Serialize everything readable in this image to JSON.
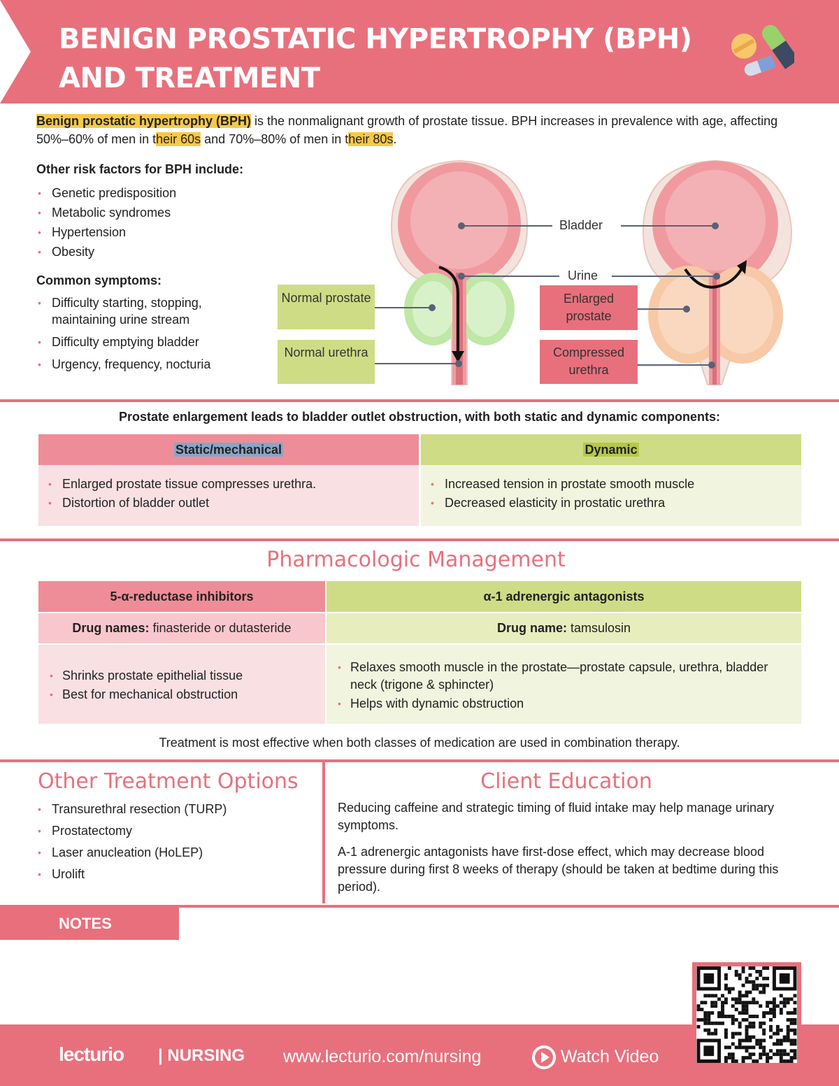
{
  "header": {
    "title_line1": "BENIGN PROSTATIC HYPERTROPHY (BPH)",
    "title_line2": "AND TREATMENT",
    "icon": "pills-icon"
  },
  "intro": {
    "term": "Benign prostatic hypertrophy (BPH)",
    "text1": " is the nonmalignant growth of prostate tissue. BPH increases in prevalence with age, affecting 50%–60% of men in t",
    "hl1": "heir 60s",
    "text2": " and 70%–80% of men in t",
    "hl2": "heir 80s",
    "text3": "."
  },
  "risk": {
    "heading": "Other risk factors for BPH include:",
    "items": [
      "Genetic predisposition",
      "Metabolic syndromes",
      "Hypertension",
      "Obesity"
    ]
  },
  "symptoms": {
    "heading": "Common symptoms:",
    "items": [
      "Difficulty starting, stopping, maintaining urine stream",
      "Difficulty emptying bladder",
      "Urgency, frequency, nocturia"
    ]
  },
  "diagram": {
    "normal_prostate": "Normal prostate",
    "normal_urethra": "Normal urethra",
    "bladder": "Bladder",
    "urine": "Urine",
    "enlarged_prostate": "Enlarged prostate",
    "compressed_urethra": "Compressed urethra"
  },
  "obstruction": {
    "title": "Prostate enlargement leads to bladder outlet obstruction, with both static and dynamic components:",
    "static": {
      "heading": "Static/mechanical",
      "items": [
        "Enlarged prostate tissue compresses urethra.",
        "Distortion of bladder outlet"
      ]
    },
    "dynamic": {
      "heading": "Dynamic",
      "items": [
        "Increased tension in prostate smooth muscle",
        "Decreased elasticity in prostatic urethra"
      ]
    }
  },
  "pharm": {
    "title": "Pharmacologic Management",
    "col1": {
      "heading": "5-α-reductase inhibitors",
      "drug_label": "Drug names:",
      "drug_value": " finasteride or dutasteride",
      "items": [
        "Shrinks prostate epithelial tissue",
        "Best for mechanical obstruction"
      ]
    },
    "col2": {
      "heading": "α-1 adrenergic antagonists",
      "drug_label": "Drug name:",
      "drug_value": " tamsulosin",
      "items": [
        "Relaxes smooth muscle in the prostate—prostate capsule, urethra, bladder neck (trigone & sphincter)",
        "Helps with dynamic obstruction"
      ]
    },
    "note": "Treatment is most effective when both classes of medication are used in combination therapy."
  },
  "other": {
    "title": "Other Treatment Options",
    "items": [
      "Transurethral resection (TURP)",
      "Prostatectomy",
      "Laser anucleation (HoLEP)",
      "Urolift"
    ]
  },
  "education": {
    "title": "Client Education",
    "p1": "Reducing caffeine and strategic timing of fluid intake may help manage urinary symptoms.",
    "p2": "A-1 adrenergic antagonists have first-dose effect, which may decrease blood pressure during first 8 weeks of therapy (should be taken at bedtime during this period)."
  },
  "notes": {
    "label": "NOTES"
  },
  "footer": {
    "logo": "lecturio",
    "brand": "| NURSING",
    "url": "www.lecturio.com/nursing",
    "watch": "Watch Video",
    "play_icon": "play-circle-icon",
    "qr": "qr-code"
  },
  "colors": {
    "brand_pink": "#e8707c",
    "light_pink": "#f8e0e3",
    "green": "#cfdc86",
    "light_green": "#f1f4de",
    "highlight": "#f7c948"
  }
}
